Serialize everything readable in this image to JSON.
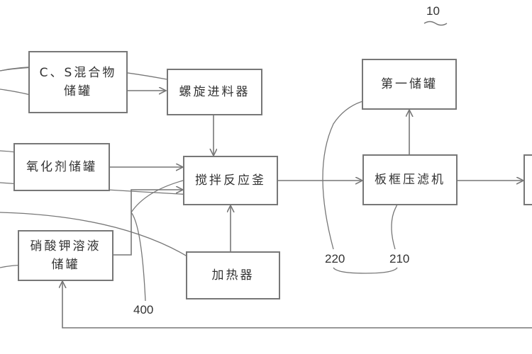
{
  "figure_ref": "10",
  "boxes": {
    "cs_tank": {
      "line1": "C、S混合物",
      "line2": "储罐"
    },
    "screw_feeder": {
      "label": "螺旋进料器"
    },
    "oxidant_tank": {
      "label": "氧化剂储罐"
    },
    "reactor": {
      "label": "搅拌反应釜"
    },
    "nitrate_tank": {
      "line1": "硝酸钾溶液",
      "line2": "储罐"
    },
    "heater": {
      "label": "加热器"
    },
    "first_tank": {
      "label": "第一储罐"
    },
    "filter_press": {
      "label": "板框压滤机"
    }
  },
  "ref_labels": {
    "r220": "220",
    "r210": "210",
    "r400": "400"
  },
  "colors": {
    "line": "#777777",
    "text": "#333333"
  }
}
